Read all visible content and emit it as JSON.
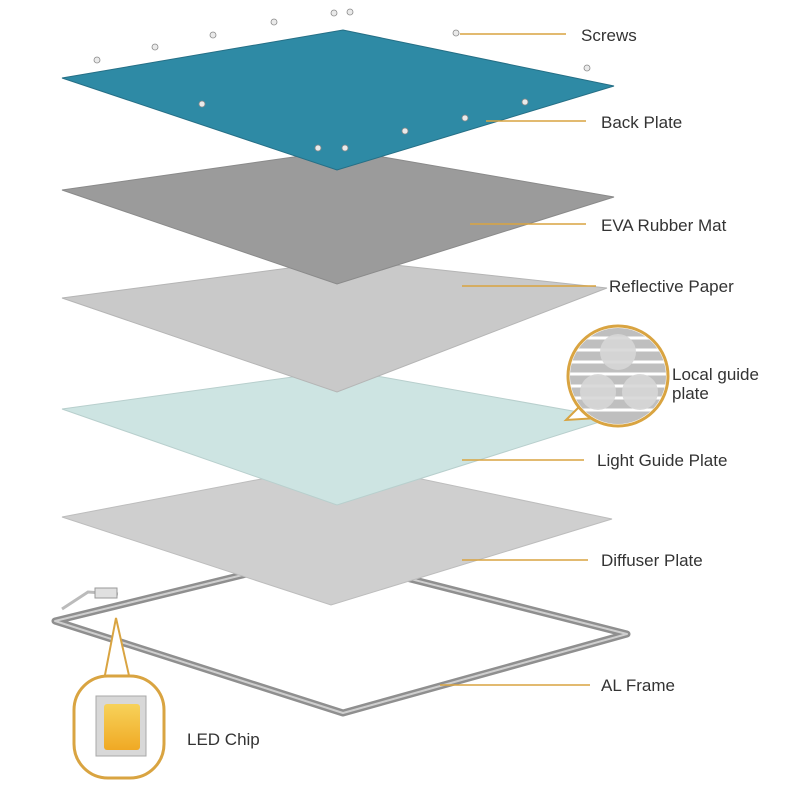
{
  "labels": {
    "screws": "Screws",
    "back_plate": "Back Plate",
    "eva_rubber_mat": "EVA Rubber Mat",
    "reflective_paper": "Reflective Paper",
    "local_guide_plate_line1": "Local guide",
    "local_guide_plate_line2": "plate",
    "light_guide_plate": "Light Guide Plate",
    "diffuser_plate": "Diffuser Plate",
    "al_frame": "AL Frame",
    "led_chip": "LED Chip"
  },
  "colors": {
    "back_plate": "#2e8aa5",
    "eva_rubber_mat": "#9b9b9b",
    "reflective_paper": "#c9c9c9",
    "light_guide_plate": "#cde4e2",
    "diffuser_plate": "#cfcfcf",
    "al_frame": "#9a9a9a",
    "leader_line": "#d9a441",
    "led_chip": "#f5c342"
  }
}
